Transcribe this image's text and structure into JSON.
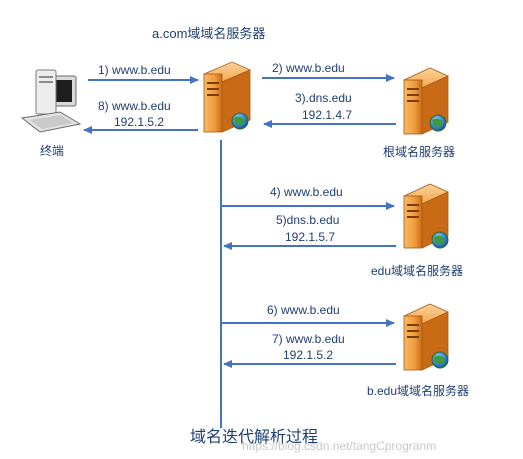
{
  "title": "a.com域域名服务器",
  "terminal_label": "终端",
  "servers": {
    "root": "根域名服务器",
    "edu": "edu域域名服务器",
    "bedu": "b.edu域域名服务器"
  },
  "arrows": {
    "a1": "1) www.b.edu",
    "a8": "8) www.b.edu",
    "a8_ip": "192.1.5.2",
    "a2": "2) www.b.edu",
    "a3": "3).dns.edu",
    "a3_ip": "192.1.4.7",
    "a4": "4) www.b.edu",
    "a5": "5)dns.b.edu",
    "a5_ip": "192.1.5.7",
    "a6": "6) www.b.edu",
    "a7": "7) www.b.edu",
    "a7_ip": "192.1.5.2"
  },
  "caption": "域名迭代解析过程",
  "watermark": "https://blog.csdn.net/tangCprogranm",
  "colors": {
    "arrow": "#4472c4",
    "text": "#1f3f73",
    "server_body": "#f3a44a",
    "server_shadow": "#c26a1a",
    "globe": "#3f9a3f"
  }
}
